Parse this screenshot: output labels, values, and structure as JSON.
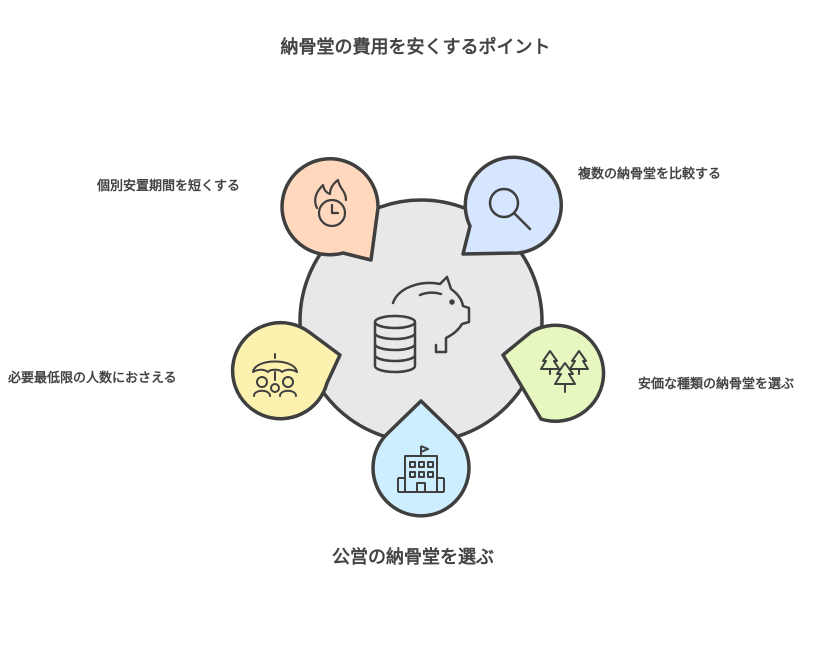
{
  "title": "納骨堂の費用を安くするポイント",
  "center": {
    "icons": [
      "piggy-bank-icon",
      "coin-stack-icon"
    ],
    "fill": "#e8e8e8"
  },
  "points": [
    {
      "id": "shorten-period",
      "label": "個別安置期間を短くする",
      "icon": "burning-clock-icon",
      "color": "#ffd8bd"
    },
    {
      "id": "compare",
      "label": "複数の納骨堂を比較する",
      "icon": "magnifier-icon",
      "color": "#d6e6ff"
    },
    {
      "id": "cheap-type",
      "label": "安価な種類の納骨堂を選ぶ",
      "icon": "trees-icon",
      "color": "#e6f8c0"
    },
    {
      "id": "public",
      "label": "公営の納骨堂を選ぶ",
      "icon": "building-icon",
      "color": "#cdeeff"
    },
    {
      "id": "minimal-people",
      "label": "必要最低限の人数におさえる",
      "icon": "umbrella-people-icon",
      "color": "#fdf1b0"
    }
  ],
  "stroke_color": "#3f3f3f"
}
